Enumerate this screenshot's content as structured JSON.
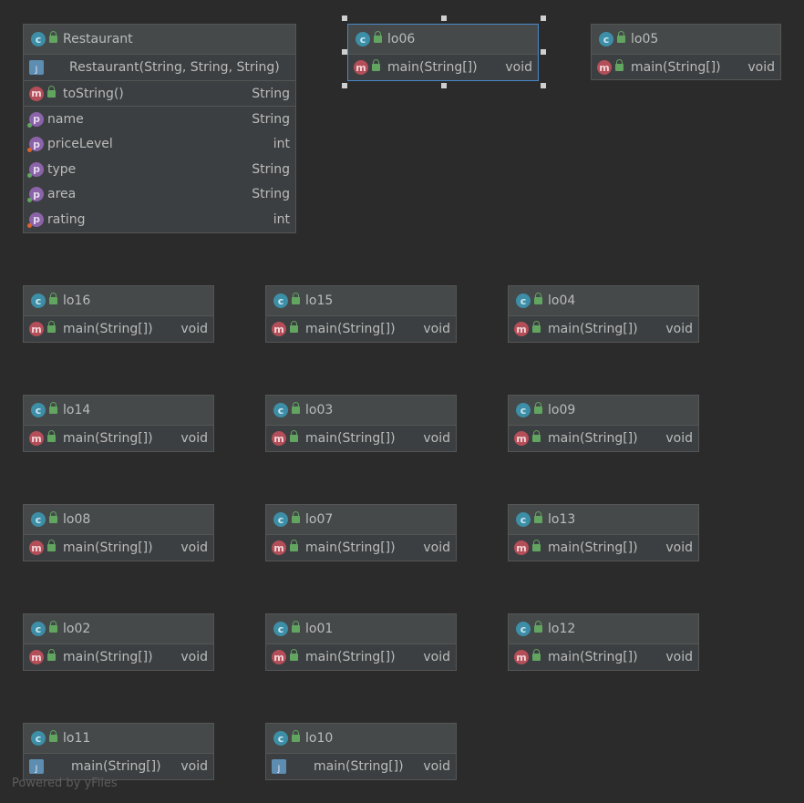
{
  "restaurant": {
    "name": "Restaurant",
    "constructor": "Restaurant(String, String, String)",
    "method": {
      "name": "toString()",
      "type": "String"
    },
    "fields": [
      {
        "name": "name",
        "type": "String"
      },
      {
        "name": "priceLevel",
        "type": "int"
      },
      {
        "name": "type",
        "type": "String"
      },
      {
        "name": "area",
        "type": "String"
      },
      {
        "name": "rating",
        "type": "int"
      }
    ]
  },
  "method_main": "main(String[])",
  "method_type": "void",
  "classes": {
    "lo06": "lo06",
    "lo05": "lo05",
    "lo16": "lo16",
    "lo15": "lo15",
    "lo04": "lo04",
    "lo14": "lo14",
    "lo03": "lo03",
    "lo09": "lo09",
    "lo08": "lo08",
    "lo07": "lo07",
    "lo13": "lo13",
    "lo02": "lo02",
    "lo01": "lo01",
    "lo12": "lo12",
    "lo11": "lo11",
    "lo10": "lo10"
  },
  "icons": {
    "class": "class-icon",
    "method": "method-icon",
    "property": "property-icon",
    "constructor": "constructor-icon",
    "access": "public-lock-icon"
  },
  "colors": {
    "background": "#2b2b2b",
    "node": "#3c3f41",
    "header": "#45494a",
    "border": "#555555",
    "selected_border": "#4a88c7"
  },
  "footer": "Powered by yFiles"
}
